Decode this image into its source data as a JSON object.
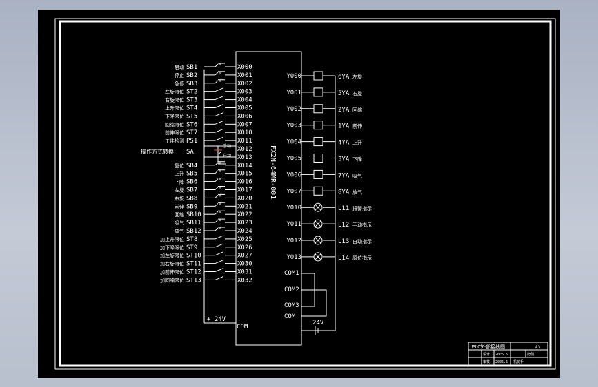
{
  "plc": {
    "model": "FX2N-64MR-001",
    "com_label": "COM",
    "supply_label": "+ 24V",
    "supply_left": "24V"
  },
  "inputs": [
    {
      "desc": "启动",
      "code": "SB1",
      "addr": "X000",
      "contact": "pb"
    },
    {
      "desc": "停止",
      "code": "SB2",
      "addr": "X001",
      "contact": "pb"
    },
    {
      "desc": "急停",
      "code": "SB3",
      "addr": "X002",
      "contact": "pb"
    },
    {
      "desc": "左旋限位",
      "code": "ST2",
      "addr": "X003",
      "contact": "ls"
    },
    {
      "desc": "右旋限位",
      "code": "ST3",
      "addr": "X004",
      "contact": "ls"
    },
    {
      "desc": "上升限位",
      "code": "ST4",
      "addr": "X005",
      "contact": "ls"
    },
    {
      "desc": "下降限位",
      "code": "ST5",
      "addr": "X006",
      "contact": "ls"
    },
    {
      "desc": "回缩限位",
      "code": "ST6",
      "addr": "X007",
      "contact": "ls"
    },
    {
      "desc": "前伸限位",
      "code": "ST7",
      "addr": "X010",
      "contact": "ls"
    },
    {
      "desc": "工件检测",
      "code": "PS1",
      "addr": "X011",
      "contact": "ls"
    },
    {
      "desc": "",
      "code": "",
      "addr": "X012",
      "contact": "none"
    },
    {
      "desc": "",
      "code": "",
      "addr": "X013",
      "contact": "none"
    },
    {
      "desc": "复位",
      "code": "SB4",
      "addr": "X014",
      "contact": "pb"
    },
    {
      "desc": "上升",
      "code": "SB5",
      "addr": "X015",
      "contact": "pb"
    },
    {
      "desc": "下降",
      "code": "SB6",
      "addr": "X016",
      "contact": "pb"
    },
    {
      "desc": "左旋",
      "code": "SB7",
      "addr": "X017",
      "contact": "pb"
    },
    {
      "desc": "右旋",
      "code": "SB8",
      "addr": "X020",
      "contact": "pb"
    },
    {
      "desc": "前伸",
      "code": "SB9",
      "addr": "X021",
      "contact": "pb"
    },
    {
      "desc": "回缩",
      "code": "SB10",
      "addr": "X022",
      "contact": "pb"
    },
    {
      "desc": "吸气",
      "code": "SB11",
      "addr": "X023",
      "contact": "pb"
    },
    {
      "desc": "放气",
      "code": "SB12",
      "addr": "X024",
      "contact": "pb"
    },
    {
      "desc": "加上升限位",
      "code": "ST8",
      "addr": "X025",
      "contact": "ls"
    },
    {
      "desc": "加下降限位",
      "code": "ST9",
      "addr": "X026",
      "contact": "ls"
    },
    {
      "desc": "加左旋限位",
      "code": "ST10",
      "addr": "X027",
      "contact": "ls"
    },
    {
      "desc": "加右旋限位",
      "code": "ST11",
      "addr": "X030",
      "contact": "ls"
    },
    {
      "desc": "加前伸限位",
      "code": "ST12",
      "addr": "X031",
      "contact": "ls"
    },
    {
      "desc": "加回缩限位",
      "code": "ST13",
      "addr": "X032",
      "contact": "ls"
    }
  ],
  "mode_switch": {
    "desc": "操作方式转换",
    "code": "SA",
    "manual": "手动",
    "auto": "自动"
  },
  "outputs": [
    {
      "addr": "Y000",
      "load": "valve",
      "code": "6YA",
      "desc": "左旋"
    },
    {
      "addr": "Y001",
      "load": "valve",
      "code": "5YA",
      "desc": "右旋"
    },
    {
      "addr": "Y002",
      "load": "valve",
      "code": "2YA",
      "desc": "回缩"
    },
    {
      "addr": "Y003",
      "load": "valve",
      "code": "1YA",
      "desc": "前伸"
    },
    {
      "addr": "Y004",
      "load": "valve",
      "code": "4YA",
      "desc": "上升"
    },
    {
      "addr": "Y005",
      "load": "valve",
      "code": "3YA",
      "desc": "下降"
    },
    {
      "addr": "Y006",
      "load": "valve",
      "code": "7YA",
      "desc": "吸气"
    },
    {
      "addr": "Y007",
      "load": "valve",
      "code": "8YA",
      "desc": "放气"
    },
    {
      "addr": "Y010",
      "load": "lamp",
      "code": "L11",
      "desc": "报警指示"
    },
    {
      "addr": "Y011",
      "load": "lamp",
      "code": "L12",
      "desc": "手动指示"
    },
    {
      "addr": "Y012",
      "load": "lamp",
      "code": "L13",
      "desc": "自动指示"
    },
    {
      "addr": "Y013",
      "load": "lamp",
      "code": "L14",
      "desc": "原位指示"
    }
  ],
  "commons": [
    "COM1",
    "COM2",
    "COM3",
    "COM"
  ],
  "title_block": {
    "title": "PLC外部接线图",
    "row2a": "设计",
    "row2b": "2005.6",
    "row3a": "审核",
    "row3b": "2005.6",
    "sheet": "A3",
    "ratio": "比例",
    "school": "机械手"
  },
  "colors": {
    "background": "#000000",
    "lines": "#ffffff",
    "text": "#ffffff",
    "leader": "#ff3b3b"
  }
}
